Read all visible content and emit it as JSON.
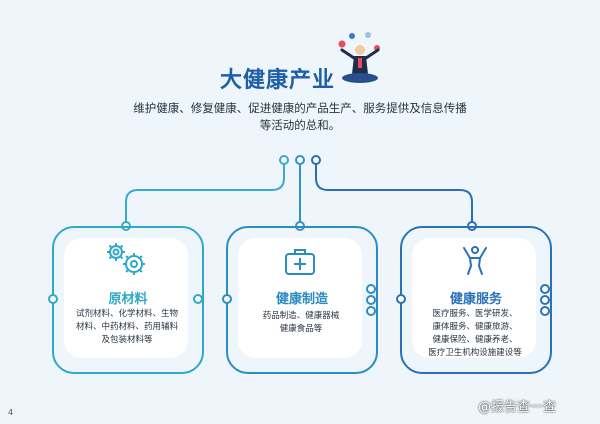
{
  "header": {
    "title": "大健康产业",
    "description_line1": "维护健康、修复健康、促进健康的产品生产、服务提供及信息传播",
    "description_line2": "等活动的总和。"
  },
  "cards": [
    {
      "title": "原材料",
      "lines": [
        "试剂材料、化学材料、生物",
        "材料、中药材料、药用辅料",
        "及包装材料等"
      ],
      "color": "#2fa8c9",
      "icon": "gears-icon"
    },
    {
      "title": "健康制造",
      "lines": [
        "药品制造、健康器械",
        "健康食品等"
      ],
      "color": "#2b8cc4",
      "icon": "medical-kit-icon"
    },
    {
      "title": "健康服务",
      "lines": [
        "医疗服务、医学研发、",
        "康体服务、健康旅游、",
        "健康保险、健康养老、",
        "医疗卫生机构设施建设等"
      ],
      "color": "#2a72b8",
      "icon": "person-raising-arms-icon"
    }
  ],
  "footer": {
    "page_number": "4",
    "watermark": "@报告查一查"
  },
  "colors": {
    "title": "#1d5fa8",
    "text": "#2a3442",
    "background": "#eef6fb"
  }
}
